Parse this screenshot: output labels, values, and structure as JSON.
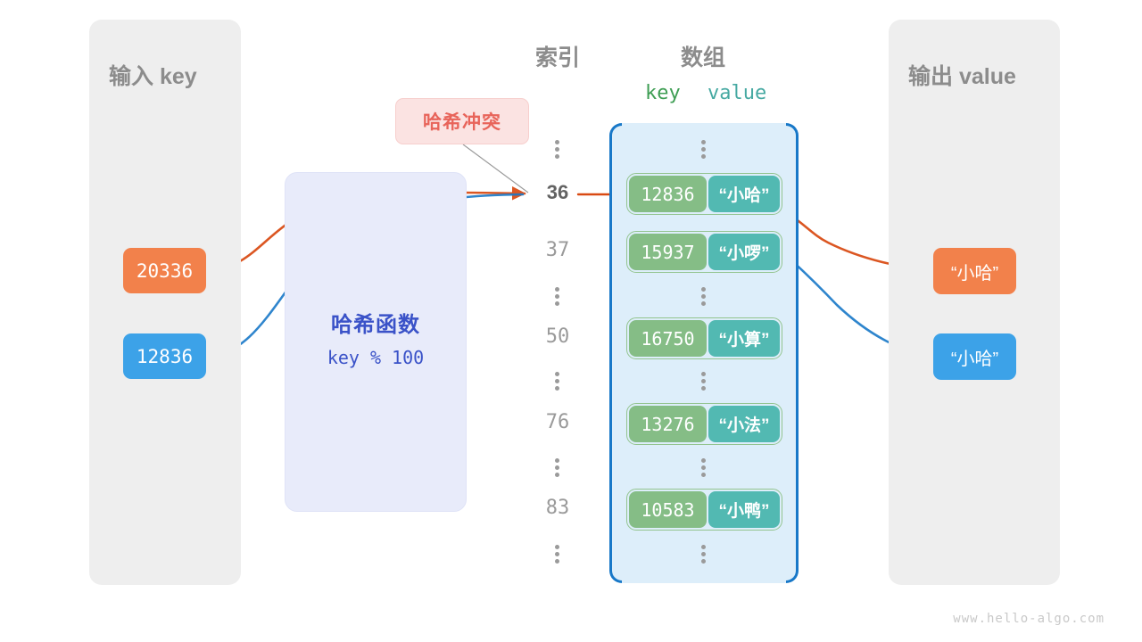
{
  "panels": {
    "input": {
      "title": "输入 key"
    },
    "output": {
      "title": "输出 value"
    }
  },
  "headers": {
    "index": "索引",
    "array": "数组",
    "key": "key",
    "value": "value"
  },
  "collision": {
    "label": "哈希冲突"
  },
  "hash_function": {
    "title": "哈希函数",
    "expression": "key % 100"
  },
  "input_keys": [
    {
      "text": "20336",
      "color": "#f2814b"
    },
    {
      "text": "12836",
      "color": "#3ca2e8"
    }
  ],
  "output_values": [
    {
      "text": "“小哈”",
      "color": "#f2814b"
    },
    {
      "text": "“小哈”",
      "color": "#3ca2e8"
    }
  ],
  "array": {
    "rows": [
      {
        "type": "dots"
      },
      {
        "type": "entry",
        "index": "36",
        "highlight": true,
        "key": "12836",
        "value": "“小哈”"
      },
      {
        "type": "entry",
        "index": "37",
        "highlight": false,
        "key": "15937",
        "value": "“小啰”"
      },
      {
        "type": "dots"
      },
      {
        "type": "entry",
        "index": "50",
        "highlight": false,
        "key": "16750",
        "value": "“小算”"
      },
      {
        "type": "dots"
      },
      {
        "type": "entry",
        "index": "76",
        "highlight": false,
        "key": "13276",
        "value": "“小法”"
      },
      {
        "type": "dots"
      },
      {
        "type": "entry",
        "index": "83",
        "highlight": false,
        "key": "10583",
        "value": "“小鸭”"
      },
      {
        "type": "dots"
      }
    ]
  },
  "colors": {
    "key_cell": "#85bd86",
    "value_cell": "#52b9b2",
    "array_fill": "#ddeefa",
    "array_bracket": "#1878c8",
    "panel": "#eeeeee",
    "hash_box": "#e8ebfa",
    "hash_text": "#3a52c8",
    "collision_bg": "#fbe3e2",
    "collision_text": "#e8645a",
    "orange_flow": "#d94a12",
    "blue_flow": "#1878c8"
  },
  "watermark": "www.hello-algo.com"
}
